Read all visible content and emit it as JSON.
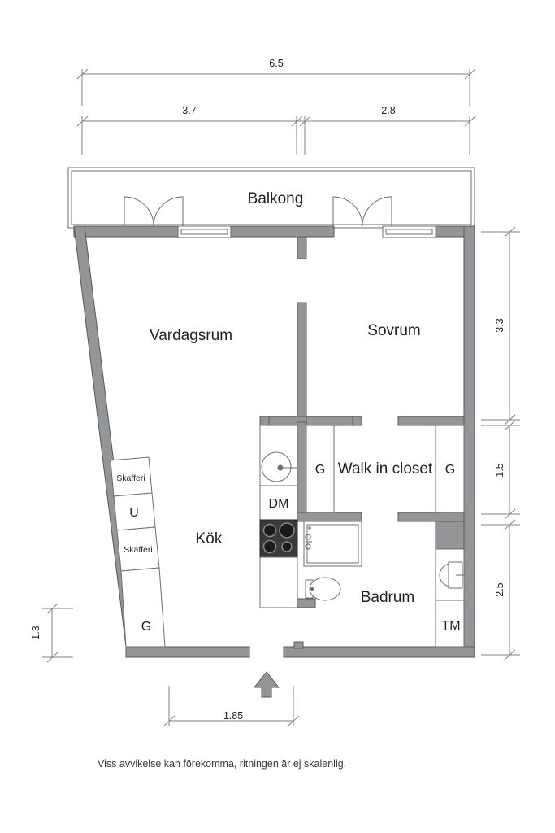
{
  "plan": {
    "caption": "Viss avvikelse kan förekomma, ritningen är ej skalenlig.",
    "rooms": [
      {
        "key": "balcony",
        "label": "Balkong"
      },
      {
        "key": "living_room",
        "label": "Vardagsrum"
      },
      {
        "key": "bedroom",
        "label": "Sovrum"
      },
      {
        "key": "kitchen",
        "label": "Kök"
      },
      {
        "key": "walk_in_closet",
        "label": "Walk in closet"
      },
      {
        "key": "bathroom",
        "label": "Badrum"
      }
    ],
    "fixtures": [
      {
        "key": "dishwasher",
        "label": "DM"
      },
      {
        "key": "oven",
        "label": "U"
      },
      {
        "key": "washing_machine",
        "label": "TM"
      },
      {
        "key": "pantry_upper",
        "label": "Skafferi"
      },
      {
        "key": "pantry_lower",
        "label": "Skafferi"
      },
      {
        "key": "wardrobe_hall",
        "label": "G"
      },
      {
        "key": "wardrobe_closet_left",
        "label": "G"
      },
      {
        "key": "wardrobe_closet_right",
        "label": "G"
      },
      {
        "key": "wardrobe_bottom_left",
        "label": "G"
      }
    ],
    "dimensions": {
      "top_overall": "6.5",
      "top_left_span": "3.7",
      "top_right_span": "2.8",
      "right_upper": "3.3",
      "right_middle": "1.5",
      "right_lower": "2.5",
      "left_lower": "1.3",
      "bottom_entrance": "1.85"
    },
    "colors": {
      "wall_fill": "#939597",
      "wall_stroke": "#58595b",
      "line": "#6d6e70",
      "dimension_line": "#808285",
      "text": "#231f20",
      "stove_fill": "#3a3a3a",
      "background": "#ffffff"
    }
  }
}
